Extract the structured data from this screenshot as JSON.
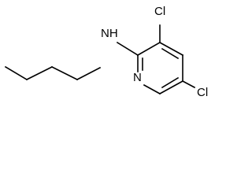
{
  "molecule": {
    "atoms": {
      "nh": "NH",
      "n_ring": "N",
      "cl_top": "Cl",
      "cl_bottom": "Cl"
    }
  },
  "colors": {
    "bond": "#000000",
    "label": "#000000",
    "background": "#ffffff"
  }
}
